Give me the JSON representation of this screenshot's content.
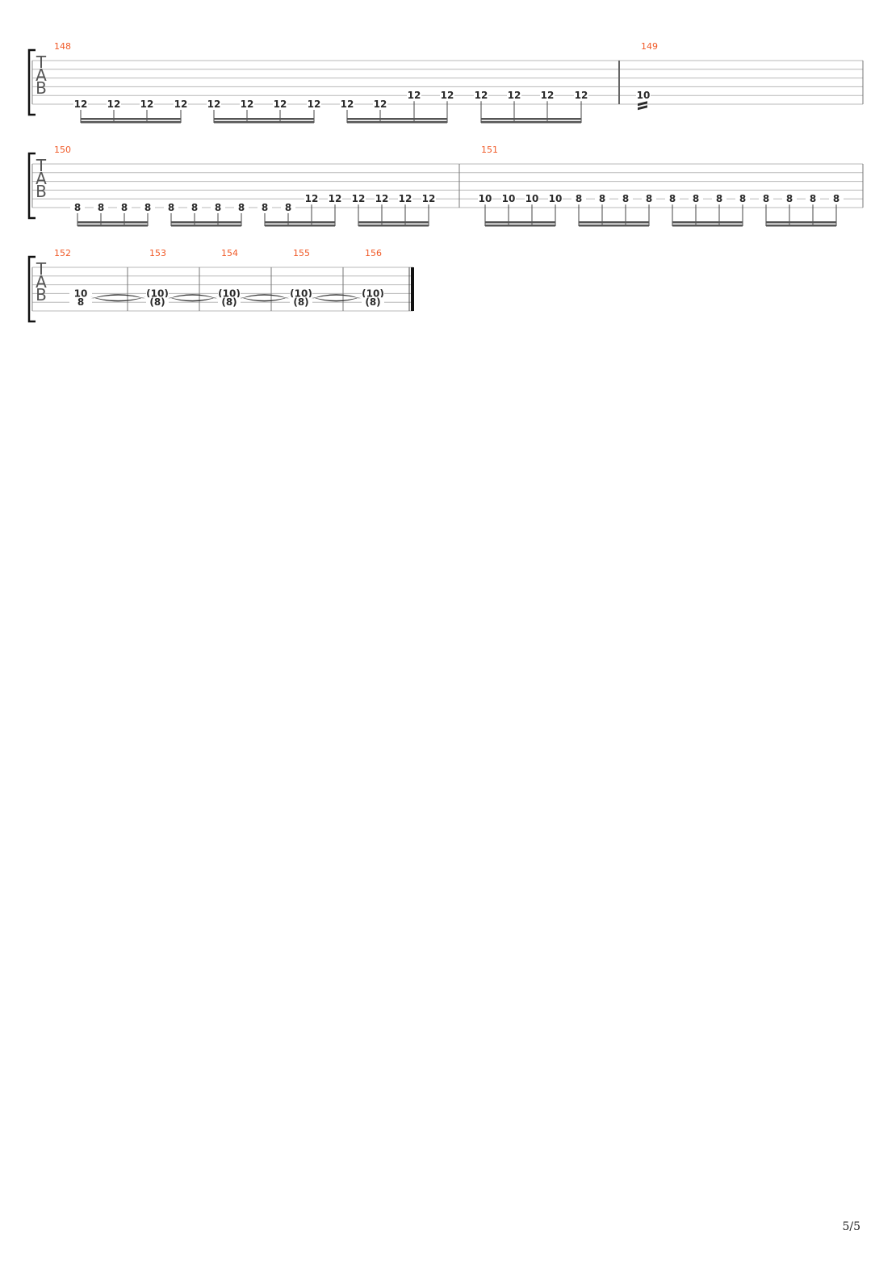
{
  "page": {
    "number": "5/5"
  },
  "colors": {
    "measure_number": "#f05a28",
    "ink": "#2a2a2a",
    "staff_line": "#b8b8b8"
  },
  "tab_clef": [
    "T",
    "A",
    "B"
  ],
  "systems": [
    {
      "measures": [
        {
          "number": "148",
          "notes": [
            {
              "fret": "12",
              "string": 6
            },
            {
              "fret": "12",
              "string": 6
            },
            {
              "fret": "12",
              "string": 6
            },
            {
              "fret": "12",
              "string": 6
            },
            {
              "fret": "12",
              "string": 6
            },
            {
              "fret": "12",
              "string": 6
            },
            {
              "fret": "12",
              "string": 6
            },
            {
              "fret": "12",
              "string": 6
            },
            {
              "fret": "12",
              "string": 6
            },
            {
              "fret": "12",
              "string": 6
            },
            {
              "fret": "12",
              "string": 5
            },
            {
              "fret": "12",
              "string": 5
            },
            {
              "fret": "12",
              "string": 5
            },
            {
              "fret": "12",
              "string": 5
            },
            {
              "fret": "12",
              "string": 5
            },
            {
              "fret": "12",
              "string": 5
            }
          ],
          "beam_groups": 4
        },
        {
          "number": "149",
          "notes": [
            {
              "fret": "10",
              "string": 5,
              "tremolo": true
            }
          ],
          "beam_groups": 0
        }
      ]
    },
    {
      "measures": [
        {
          "number": "150",
          "notes": [
            {
              "fret": "8",
              "string": 6
            },
            {
              "fret": "8",
              "string": 6
            },
            {
              "fret": "8",
              "string": 6
            },
            {
              "fret": "8",
              "string": 6
            },
            {
              "fret": "8",
              "string": 6
            },
            {
              "fret": "8",
              "string": 6
            },
            {
              "fret": "8",
              "string": 6
            },
            {
              "fret": "8",
              "string": 6
            },
            {
              "fret": "8",
              "string": 6
            },
            {
              "fret": "8",
              "string": 6
            },
            {
              "fret": "12",
              "string": 5
            },
            {
              "fret": "12",
              "string": 5
            },
            {
              "fret": "12",
              "string": 5
            },
            {
              "fret": "12",
              "string": 5
            },
            {
              "fret": "12",
              "string": 5
            },
            {
              "fret": "12",
              "string": 5
            }
          ],
          "beam_groups": 4
        },
        {
          "number": "151",
          "notes": [
            {
              "fret": "10",
              "string": 5
            },
            {
              "fret": "10",
              "string": 5
            },
            {
              "fret": "10",
              "string": 5
            },
            {
              "fret": "10",
              "string": 5
            },
            {
              "fret": "8",
              "string": 5
            },
            {
              "fret": "8",
              "string": 5
            },
            {
              "fret": "8",
              "string": 5
            },
            {
              "fret": "8",
              "string": 5
            },
            {
              "fret": "8",
              "string": 5
            },
            {
              "fret": "8",
              "string": 5
            },
            {
              "fret": "8",
              "string": 5
            },
            {
              "fret": "8",
              "string": 5
            },
            {
              "fret": "8",
              "string": 5
            },
            {
              "fret": "8",
              "string": 5
            },
            {
              "fret": "8",
              "string": 5
            },
            {
              "fret": "8",
              "string": 5
            }
          ],
          "beam_groups": 4
        }
      ]
    },
    {
      "measures": [
        {
          "number": "152",
          "chord": [
            {
              "fret": "10",
              "string": 4
            },
            {
              "fret": "8",
              "string": 5
            }
          ]
        },
        {
          "number": "153",
          "chord": [
            {
              "fret": "(10)",
              "string": 4
            },
            {
              "fret": "(8)",
              "string": 5
            }
          ]
        },
        {
          "number": "154",
          "chord": [
            {
              "fret": "(10)",
              "string": 4
            },
            {
              "fret": "(8)",
              "string": 5
            }
          ]
        },
        {
          "number": "155",
          "chord": [
            {
              "fret": "(10)",
              "string": 4
            },
            {
              "fret": "(8)",
              "string": 5
            }
          ]
        },
        {
          "number": "156",
          "chord": [
            {
              "fret": "(10)",
              "string": 4
            },
            {
              "fret": "(8)",
              "string": 5
            }
          ]
        }
      ],
      "final_barline": true
    }
  ]
}
